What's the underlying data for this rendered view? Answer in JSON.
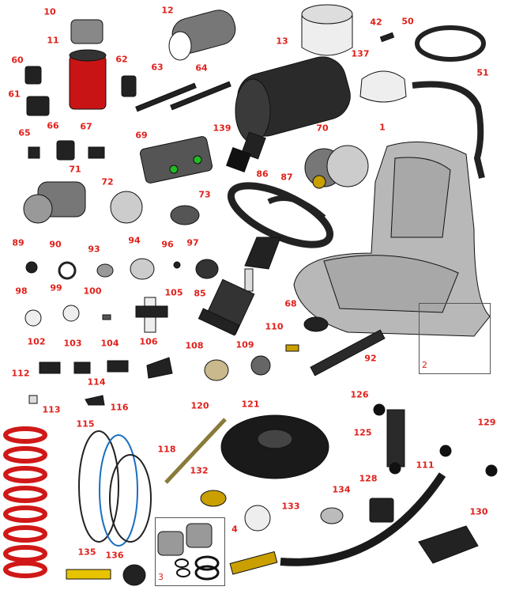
{
  "diagram": {
    "type": "exploded parts diagram",
    "part_numbers": [
      "10",
      "11",
      "12",
      "13",
      "42",
      "50",
      "60",
      "62",
      "63",
      "64",
      "137",
      "51",
      "61",
      "65",
      "66",
      "67",
      "69",
      "139",
      "70",
      "1",
      "71",
      "86",
      "87",
      "72",
      "73",
      "89",
      "90",
      "93",
      "94",
      "96",
      "97",
      "98",
      "99",
      "100",
      "105",
      "85",
      "68",
      "110",
      "102",
      "103",
      "104",
      "106",
      "108",
      "109",
      "92",
      "112",
      "114",
      "126",
      "113",
      "116",
      "120",
      "121",
      "125",
      "129",
      "115",
      "118",
      "111",
      "132",
      "128",
      "133",
      "134",
      "130",
      "4",
      "135",
      "136"
    ],
    "boxed_groups": {
      "box_2": "2",
      "box_3": "3"
    },
    "colors": {
      "label": "#e0201b",
      "part_dark": "#2a2a2a",
      "part_grey": "#b8b8b8",
      "filter_red": "#c81414",
      "spring_red": "#d01818",
      "accent_green": "#22bb22",
      "cable_blue": "#1a6fc0",
      "brace_yellow": "#f3e7a0"
    }
  }
}
